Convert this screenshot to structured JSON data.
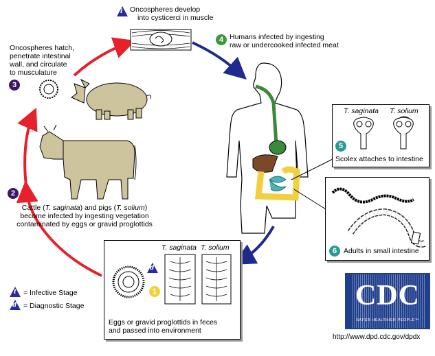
{
  "colors": {
    "red_arrow": "#e8202a",
    "blue_arrow": "#1e2a8c",
    "stage_purple": "#3d1666",
    "stage_teal": "#2a9a96",
    "stage_yellow": "#f2d23c",
    "stage_green": "#3a9a3c",
    "infective_blue": "#2a2a9c",
    "animal_fill": "#cdc39c",
    "cdc_blue": "#1f3e8c",
    "esophagus_green": "#3a8a3a",
    "liver_brown": "#7a4a28",
    "intestine_teal": "#4ab4b4",
    "colon_yellow": "#f0d040"
  },
  "legend": {
    "infective_symbol": "i",
    "infective_label": "= Infective Stage",
    "diagnostic_symbol": "d",
    "diagnostic_label": "= Diagnostic Stage"
  },
  "steps": {
    "s1": {
      "number": "1",
      "text": [
        "Eggs or gravid proglottids in feces",
        "and passed into environment"
      ]
    },
    "s2": {
      "number": "2",
      "text_parts": [
        "Cattle (",
        "T. saginata",
        ") and pigs (",
        "T. solium",
        ")"
      ],
      "text_rest": [
        "become infected by ingesting vegetation",
        "contaminated by eggs or gravid proglottids"
      ]
    },
    "s3": {
      "number": "3",
      "text": [
        "Oncospheres hatch,",
        "penetrate intestinal",
        "wall, and circulate",
        "to musculature"
      ]
    },
    "s4": {
      "number": "4",
      "text": [
        "Humans infected by ingesting",
        "raw or undercooked infected meat"
      ]
    },
    "s5": {
      "number": "5",
      "text": "Scolex attaches to intestine"
    },
    "s6": {
      "number": "6",
      "text": "Adults in small intestine"
    },
    "top": {
      "symbol": "i",
      "text": [
        "Oncospheres develop",
        "into cysticerci in muscle"
      ]
    }
  },
  "species": {
    "saginata": "T. saginata",
    "solium": "T. solium"
  },
  "cdc": {
    "logo": "CDC",
    "tagline": "SAFER·HEALTHIER·PEOPLE™",
    "url": "http://www.dpd.cdc.gov/dpdx"
  },
  "icons": [
    "cyst-icon",
    "oncosphere-icon",
    "pig-icon",
    "cow-icon",
    "human-figure-icon",
    "egg-icon",
    "proglottid-icon",
    "scolex-icon",
    "tapeworm-icon"
  ]
}
